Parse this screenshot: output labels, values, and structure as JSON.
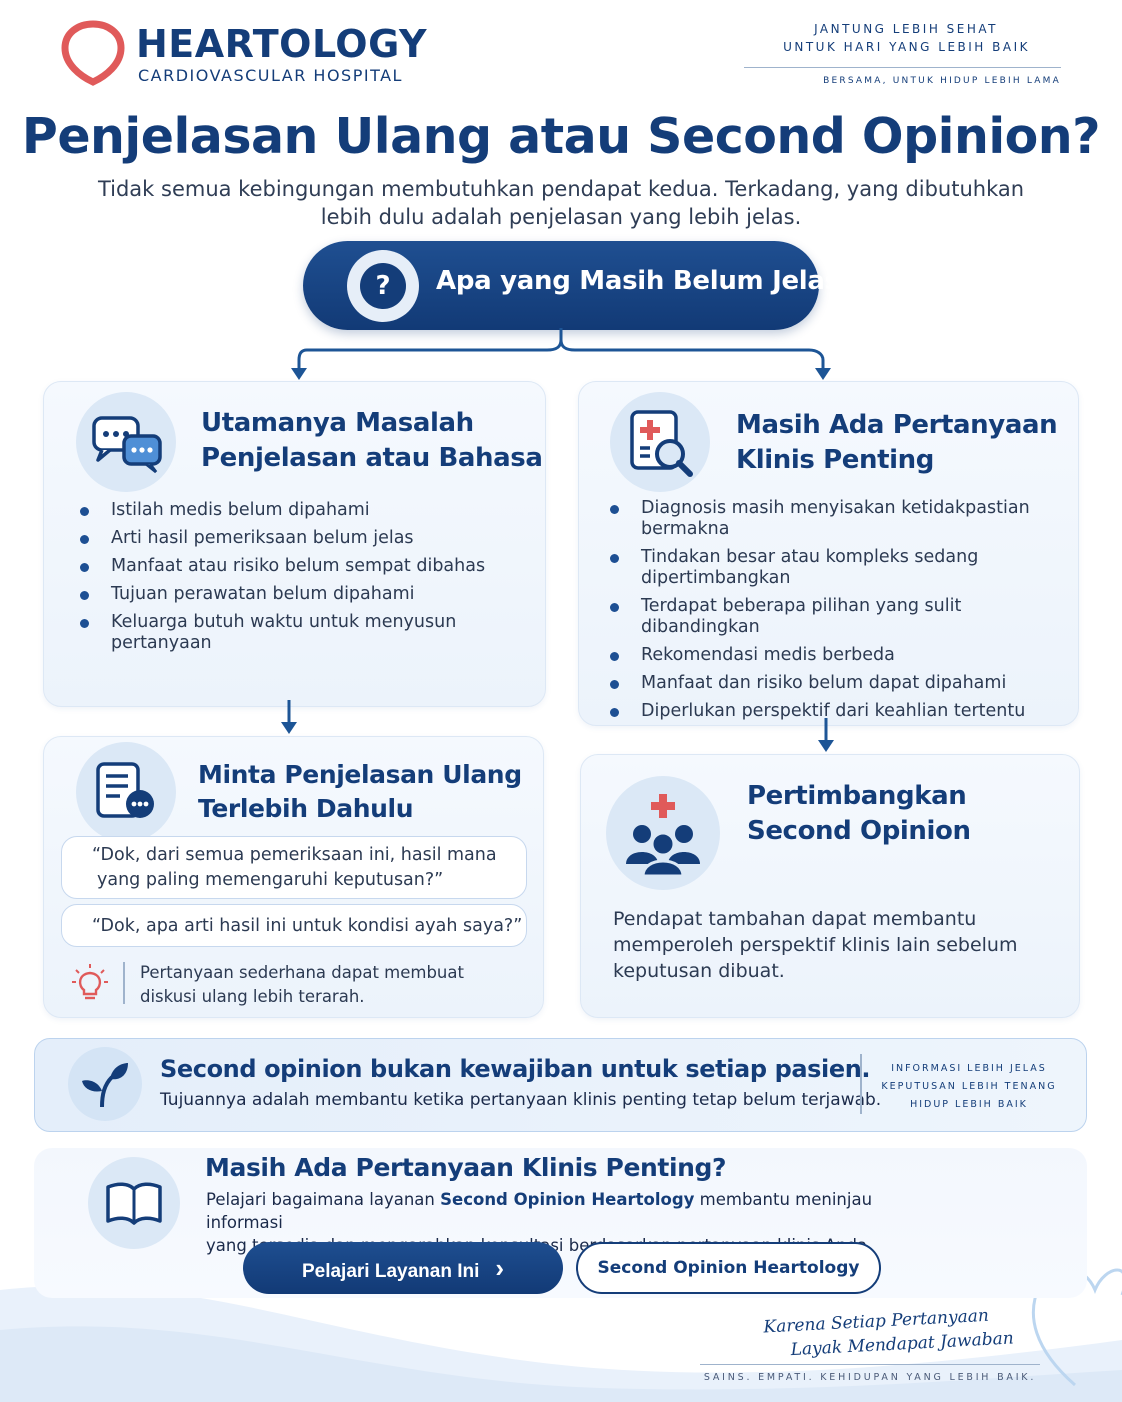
{
  "header": {
    "brand": "HEARTOLOGY",
    "brand_sub": "CARDIOVASCULAR HOSPITAL",
    "tagline_line1": "JANTUNG LEBIH SEHAT",
    "tagline_line2": "UNTUK HARI YANG LEBIH BAIK",
    "tagline_small": "BERSAMA, UNTUK HIDUP LEBIH LAMA"
  },
  "title": "Penjelasan Ulang atau Second Opinion?",
  "subtitle_line1": "Tidak semua kebingungan membutuhkan pendapat kedua. Terkadang, yang dibutuhkan",
  "subtitle_line2": "lebih dulu adalah penjelasan yang lebih jelas.",
  "question": {
    "label": "Apa yang Masih Belum Jelas?",
    "icon_glyph": "?"
  },
  "left_card": {
    "title_line1": "Utamanya Masalah",
    "title_line2": "Penjelasan atau Bahasa",
    "items": [
      "Istilah medis belum dipahami",
      "Arti hasil pemeriksaan belum jelas",
      "Manfaat atau risiko belum sempat dibahas",
      "Tujuan perawatan belum dipahami",
      "Keluarga butuh waktu untuk menyusun pertanyaan"
    ]
  },
  "right_card": {
    "title_line1": "Masih Ada Pertanyaan",
    "title_line2": "Klinis Penting",
    "items": [
      "Diagnosis masih menyisakan ketidakpastian bermakna",
      "Tindakan besar atau kompleks sedang dipertimbangkan",
      "Terdapat beberapa pilihan yang sulit dibandingkan",
      "Rekomendasi medis berbeda",
      "Manfaat dan risiko belum dapat dipahami",
      "Diperlukan perspektif dari keahlian tertentu"
    ]
  },
  "left_result": {
    "title_line1": "Minta Penjelasan Ulang",
    "title_line2": "Terlebih Dahulu",
    "quote1_line1": "“Dok, dari semua pemeriksaan ini, hasil mana",
    "quote1_line2": "yang paling memengaruhi keputusan?”",
    "quote2": "“Dok, apa arti hasil ini untuk kondisi ayah saya?”",
    "tip_line1": "Pertanyaan sederhana dapat membuat",
    "tip_line2": "diskusi ulang lebih terarah."
  },
  "right_result": {
    "title_line1": "Pertimbangkan",
    "title_line2": "Second Opinion",
    "body_line1": "Pendapat tambahan dapat membantu",
    "body_line2": "memperoleh perspektif klinis lain sebelum",
    "body_line3": "keputusan dibuat."
  },
  "notice": {
    "headline": "Second opinion bukan kewajiban untuk setiap pasien.",
    "body": "Tujuannya adalah membantu ketika pertanyaan klinis penting tetap belum terjawab.",
    "side_line1": "INFORMASI LEBIH JELAS",
    "side_line2": "KEPUTUSAN LEBIH TENANG",
    "side_line3": "HIDUP LEBIH BAIK"
  },
  "cta": {
    "title": "Masih Ada Pertanyaan Klinis Penting?",
    "body_pre": "Pelajari bagaimana layanan ",
    "body_bold": "Second Opinion Heartology",
    "body_post": " membantu meninjau informasi",
    "body_line2": "yang tersedia dan mengarahkan konsultasi berdasarkan pertanyaan klinis Anda.",
    "primary_button": "Pelajari Layanan Ini",
    "primary_chevron": "›",
    "secondary_button": "Second Opinion Heartology"
  },
  "footer": {
    "script_line1": "Karena Setiap Pertanyaan",
    "script_line2": "Layak Mendapat Jawaban",
    "motto": "SAINS. EMPATI. KEHIDUPAN YANG LEBIH BAIK."
  },
  "colors": {
    "navy": "#143d79",
    "accent_red": "#e05a5a",
    "light_blue": "#dbe8f6"
  }
}
